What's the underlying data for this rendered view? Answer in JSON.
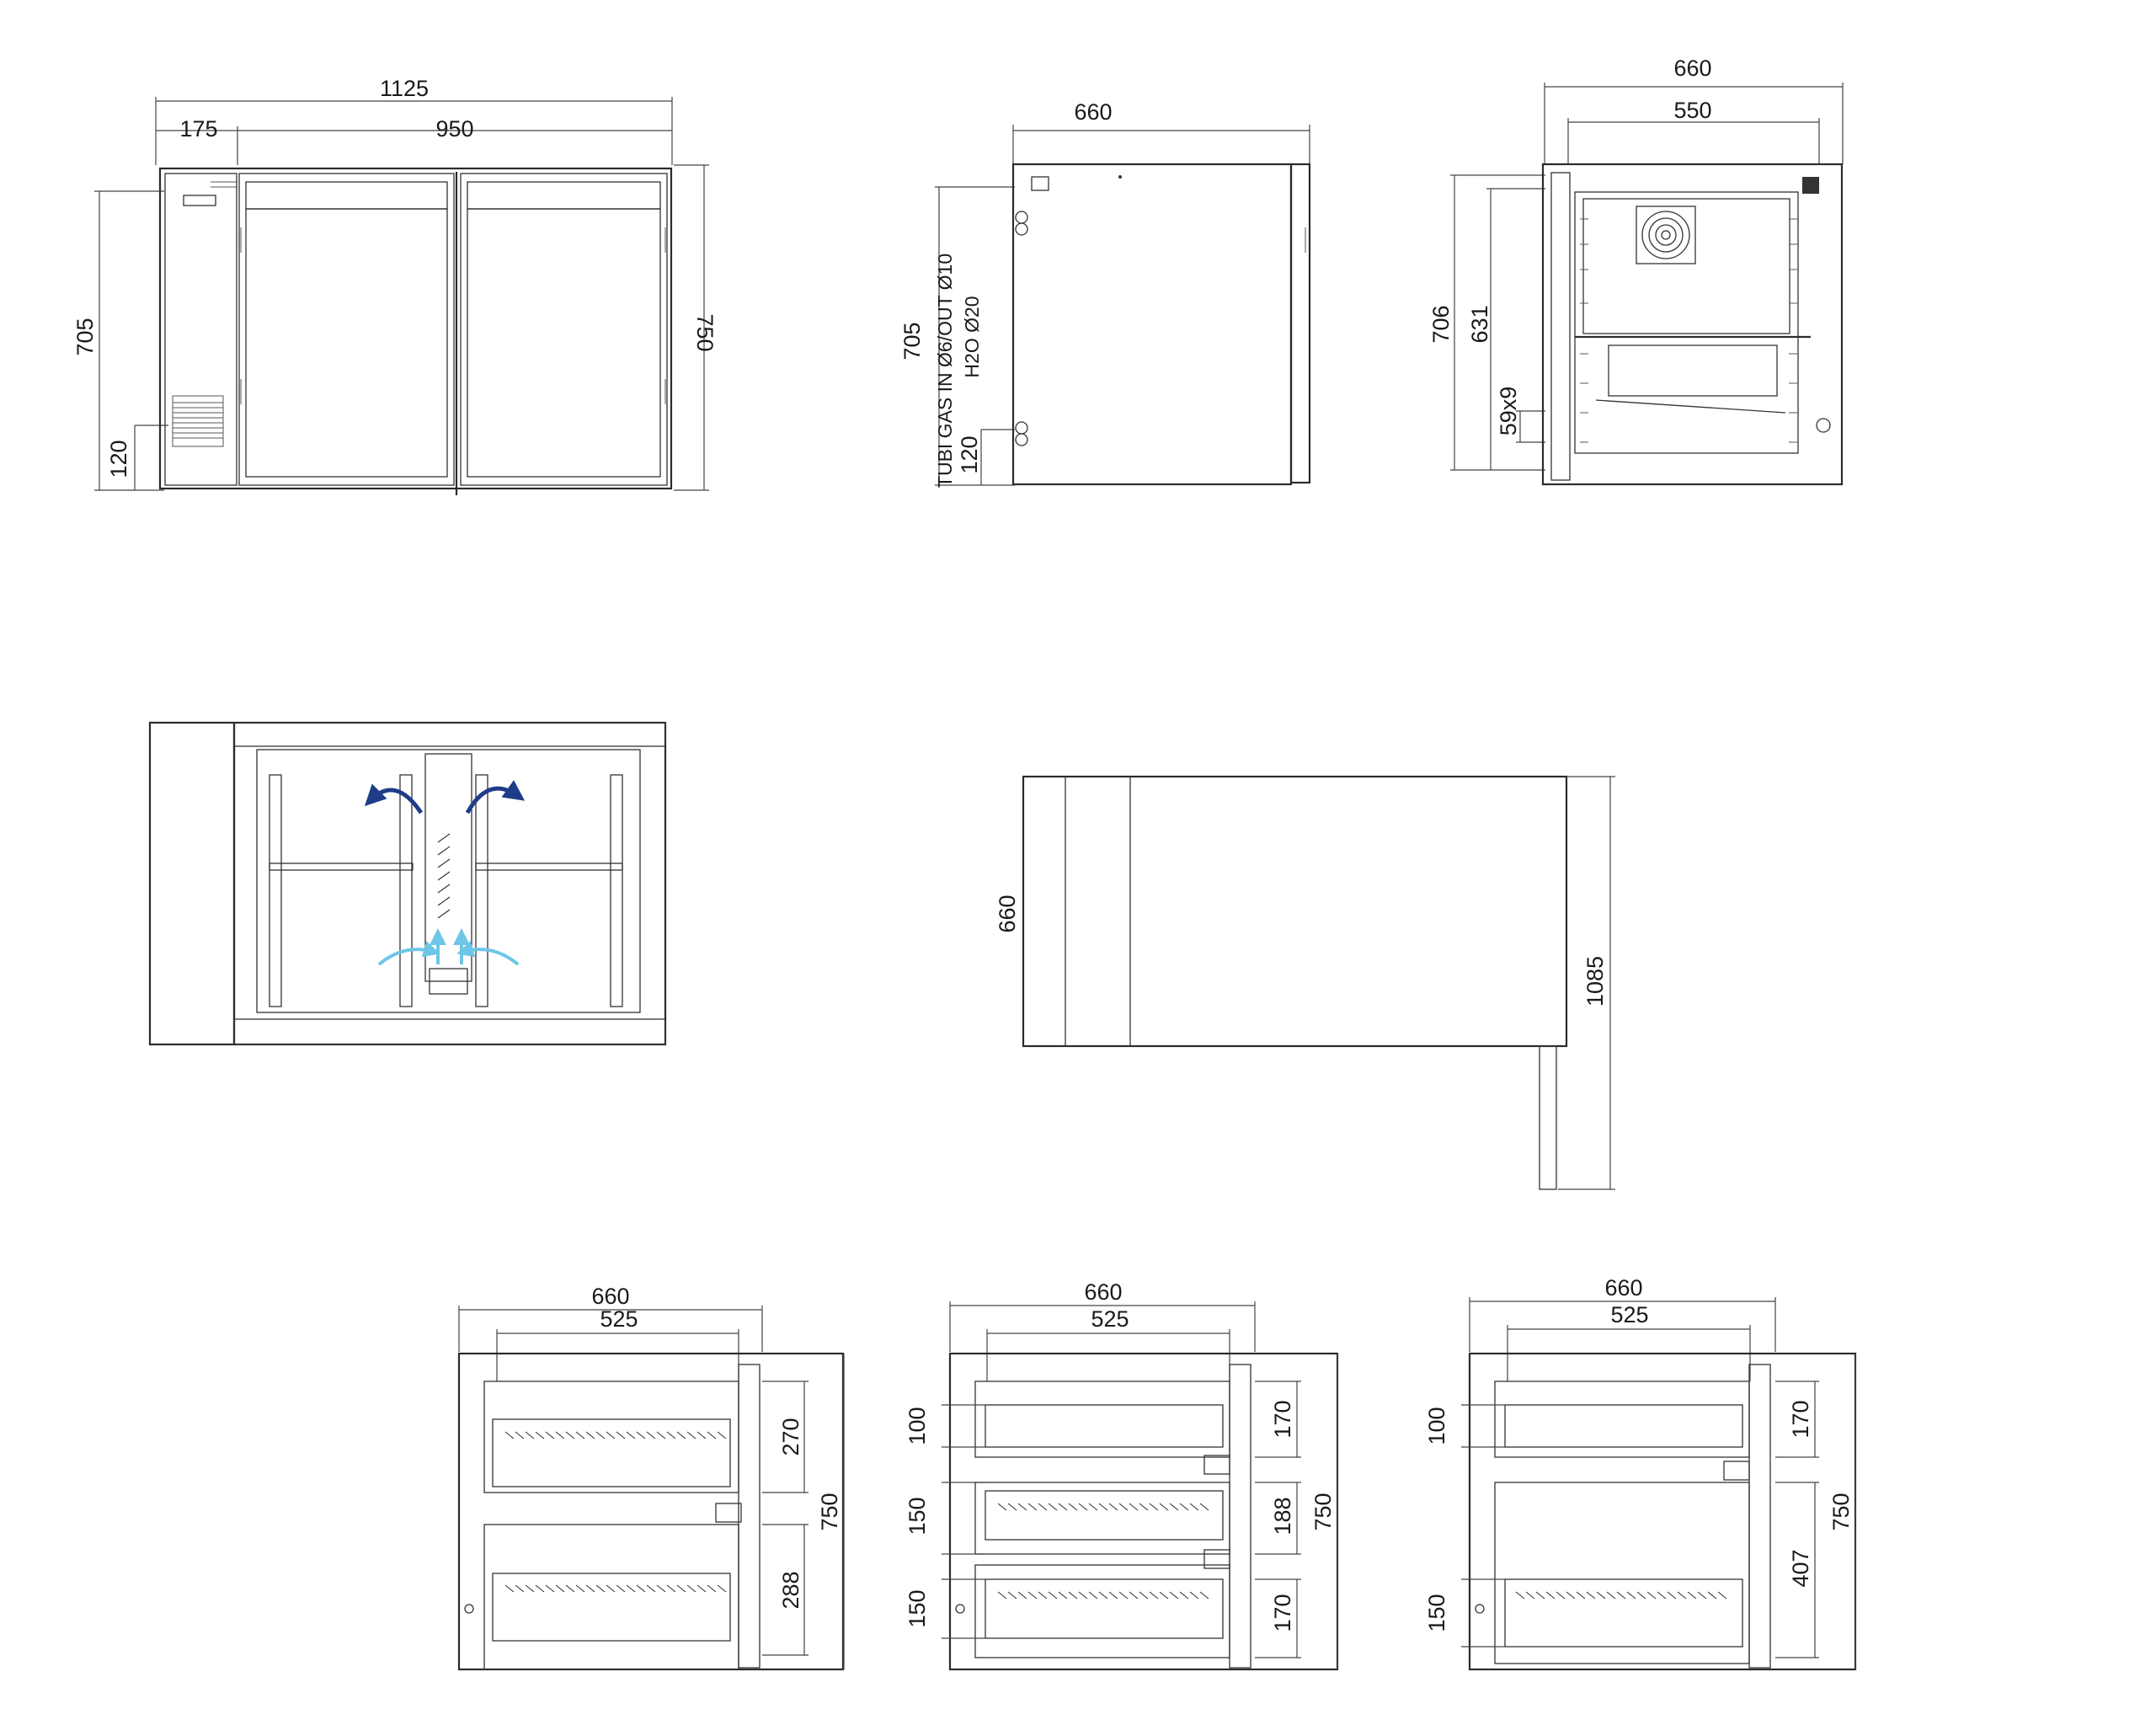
{
  "drawing": {
    "front_view": {
      "overall_width": "1125",
      "left_width": "175",
      "doors_width": "950",
      "height_left": "705",
      "height_right": "750",
      "vent_height": "120"
    },
    "side_view": {
      "depth": "660",
      "height": "705",
      "pipe_height": "120",
      "pipe_note_line1": "TUBI GAS IN Ø6/OUT Ø10",
      "pipe_note_line2": "H2O Ø20"
    },
    "section_view": {
      "outer_width": "660",
      "inner_width": "550",
      "height_outer": "706",
      "height_inner": "631",
      "slot_label": "59x9"
    },
    "top_view": {
      "depth": "660",
      "length": "1085"
    },
    "drawer_views": [
      {
        "outer_width": "660",
        "inner_width": "525",
        "drawer_heights": [
          "270",
          "288"
        ],
        "total_height": "750",
        "left_labels": []
      },
      {
        "outer_width": "660",
        "inner_width": "525",
        "drawer_heights": [
          "170",
          "188",
          "170"
        ],
        "total_height": "750",
        "left_labels": [
          "100",
          "150",
          "150"
        ]
      },
      {
        "outer_width": "660",
        "inner_width": "525",
        "drawer_heights": [
          "170",
          "407"
        ],
        "total_height": "750",
        "left_labels": [
          "100",
          "150"
        ]
      }
    ],
    "airflow_colors": {
      "outflow": "#1f3c88",
      "inflow": "#6ec6e6"
    }
  }
}
